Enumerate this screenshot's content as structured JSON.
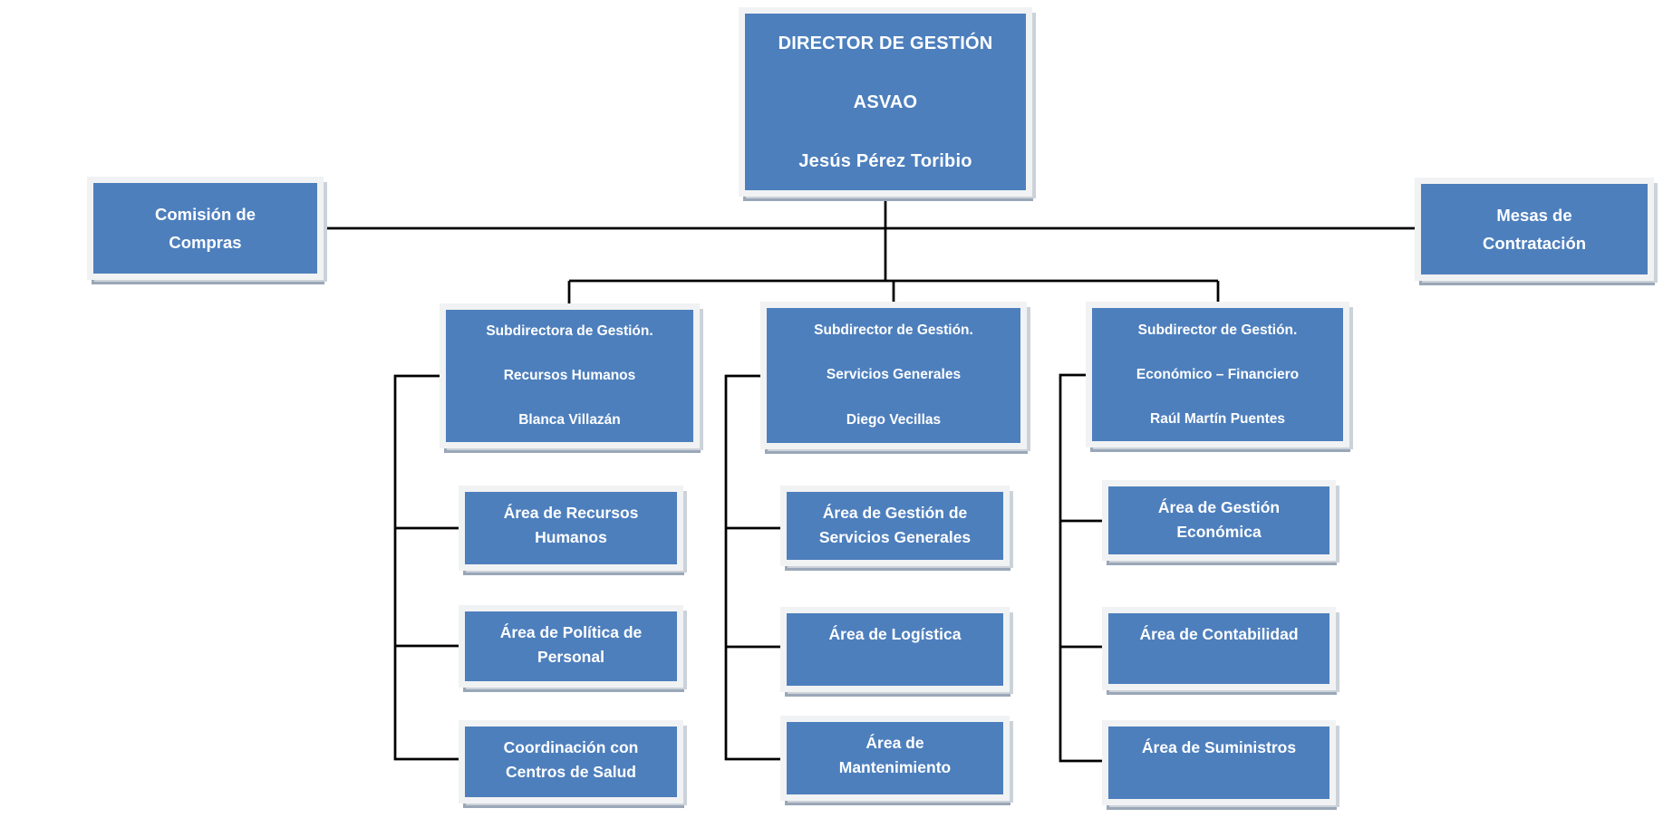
{
  "org_chart": {
    "director": {
      "lines": [
        "DIRECTOR DE GESTIÓN",
        "ASVAO",
        "Jesús Pérez Toribio"
      ]
    },
    "commission": {
      "lines": [
        "Comisión de",
        "Compras"
      ]
    },
    "contracting": {
      "lines": [
        "Mesas de",
        "Contratación"
      ]
    },
    "columns": [
      {
        "head": {
          "lines": [
            "Subdirectora de Gestión.",
            "Recursos Humanos",
            "Blanca Villazán"
          ]
        },
        "children": [
          {
            "lines": [
              "Área de Recursos",
              "Humanos"
            ]
          },
          {
            "lines": [
              "Área de Política de",
              "Personal"
            ]
          },
          {
            "lines": [
              "Coordinación con",
              "Centros de Salud"
            ]
          }
        ]
      },
      {
        "head": {
          "lines": [
            "Subdirector de Gestión.",
            "Servicios Generales",
            "Diego Vecillas"
          ]
        },
        "children": [
          {
            "lines": [
              "Área de Gestión de",
              "Servicios Generales"
            ]
          },
          {
            "lines": [
              "Área de Logística"
            ]
          },
          {
            "lines": [
              "Área de",
              "Mantenimiento"
            ]
          }
        ]
      },
      {
        "head": {
          "lines": [
            "Subdirector de Gestión.",
            "Económico – Financiero",
            "Raúl Martín Puentes"
          ]
        },
        "children": [
          {
            "lines": [
              "Área de Gestión",
              "Económica"
            ]
          },
          {
            "lines": [
              "Área de Contabilidad"
            ]
          },
          {
            "lines": [
              "Área de Suministros"
            ]
          }
        ]
      }
    ],
    "colors": {
      "box_fill": "#4d7fbd",
      "box_frame": "#f1f2f3",
      "shadow_dark": "#9aa7b8",
      "shadow_light": "#ccd2d9",
      "connector": "#000000",
      "text": "#ffffff"
    }
  }
}
